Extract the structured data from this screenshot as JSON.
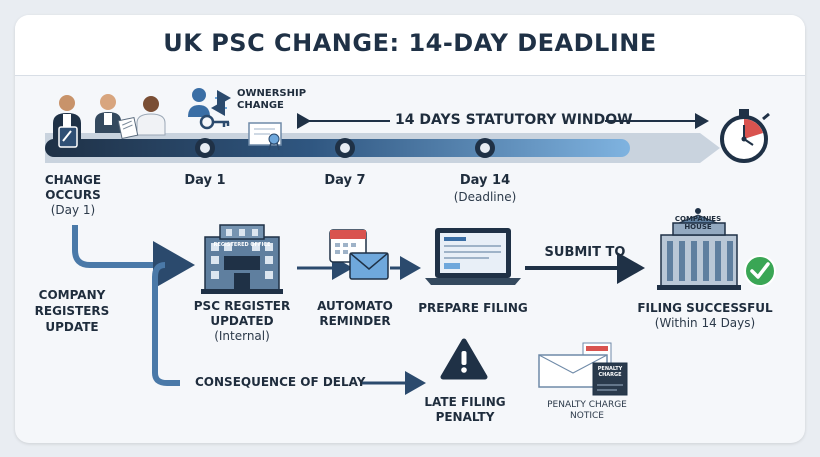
{
  "title": "UK PSC CHANGE: 14-DAY DEADLINE",
  "timeline": {
    "window_label": "14 DAYS STATUTORY WINDOW",
    "ownership_line1": "OWNERSHIP",
    "ownership_line2": "CHANGE",
    "change_line1": "CHANGE",
    "change_line2": "OCCURS",
    "change_sub": "(Day 1)",
    "day1": "Day 1",
    "day7": "Day 7",
    "day14": "Day 14",
    "day14_sub": "(Deadline)"
  },
  "process": {
    "company_line1": "COMPANY",
    "company_line2": "REGISTERS",
    "company_line3": "UPDATE",
    "register_sign": "REGISTERED OFFICE",
    "psc_line1": "PSC REGISTER",
    "psc_line2": "UPDATED",
    "psc_sub": "(Internal)",
    "reminder_line1": "AUTOMATO",
    "reminder_line2": "REMINDER",
    "prepare": "PREPARE FILING",
    "submit": "SUBMIT TO",
    "ch_line1": "COMPANIES",
    "ch_line2": "HOUSE",
    "success": "FILING SUCCESSFUL",
    "success_sub": "(Within 14 Days)"
  },
  "delay": {
    "consequence": "CONSEQUENCE OF DELAY",
    "penalty_line1": "LATE FILING",
    "penalty_line2": "PENALTY",
    "notice_line1": "PENALTY CHARGE",
    "notice_line2": "NOTICE",
    "stamp_line1": "PENALTY",
    "stamp_line2": "CHARGE"
  },
  "colors": {
    "navy": "#1f3146",
    "blue": "#3a6ea5",
    "light_blue": "#6fa8dc",
    "green": "#3aa655",
    "red": "#d9534f"
  }
}
